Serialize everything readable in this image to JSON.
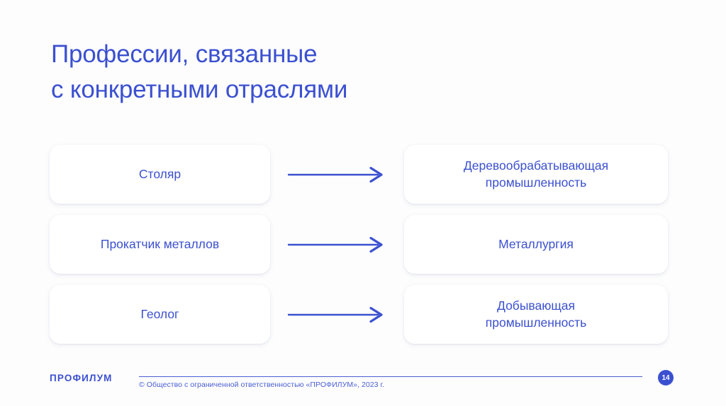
{
  "slide": {
    "title": "Профессии, связанные\nс конкретными отраслями",
    "background_color": "#fdfdfe",
    "accent_color": "#3b50d0"
  },
  "diagram": {
    "type": "mapping",
    "arrow_icon": "arrow-right-icon",
    "rows": [
      {
        "profession": "Столяр",
        "industry": "Деревообрабатывающая\nпромышленность"
      },
      {
        "profession": "Прокатчик металлов",
        "industry": "Металлургия"
      },
      {
        "profession": "Геолог",
        "industry": "Добывающая\nпромышленность"
      }
    ]
  },
  "footer": {
    "brand": "ПРОФИЛУМ",
    "copyright": "© Общество с ограниченной ответственностью «ПРОФИЛУМ», 2023 г.",
    "page_number": "14",
    "rule_color": "#4a5ed2"
  }
}
